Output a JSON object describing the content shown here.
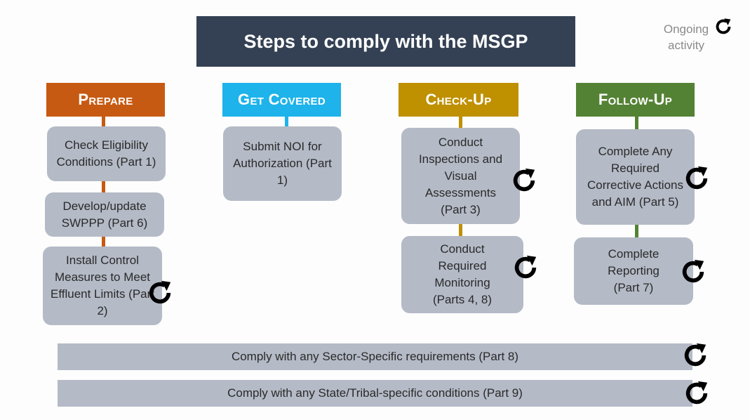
{
  "title": "Steps to comply with the MSGP",
  "legend": {
    "label": "Ongoing activity",
    "icon": "circular-arrow-icon"
  },
  "colors": {
    "title_bg": "#344154",
    "prepare": "#c75a12",
    "get_covered": "#1eb3ea",
    "check_up": "#bf9000",
    "follow_up": "#548235",
    "box": "#b4bac6"
  },
  "columns": {
    "prepare": {
      "header": "Prepare",
      "steps": [
        "Check Eligibility Conditions (Part 1)",
        "Develop/update SWPPP (Part 6)",
        "Install Control Measures to Meet Effluent Limits (Part 2)"
      ]
    },
    "get_covered": {
      "header": "Get Covered",
      "steps": [
        "Submit NOI for Authorization (Part 1)"
      ]
    },
    "check_up": {
      "header": "Check-Up",
      "steps": [
        "Conduct Inspections and Visual Assessments (Part 3)",
        "Conduct Required Monitoring (Parts 4, 8)"
      ]
    },
    "follow_up": {
      "header": "Follow-Up",
      "steps": [
        "Complete Any Required Corrective Actions and AIM (Part 5)",
        "Complete Reporting (Part 7)"
      ]
    }
  },
  "bars": [
    "Comply with any Sector-Specific requirements (Part 8)",
    "Comply with any State/Tribal-specific conditions (Part 9)"
  ]
}
